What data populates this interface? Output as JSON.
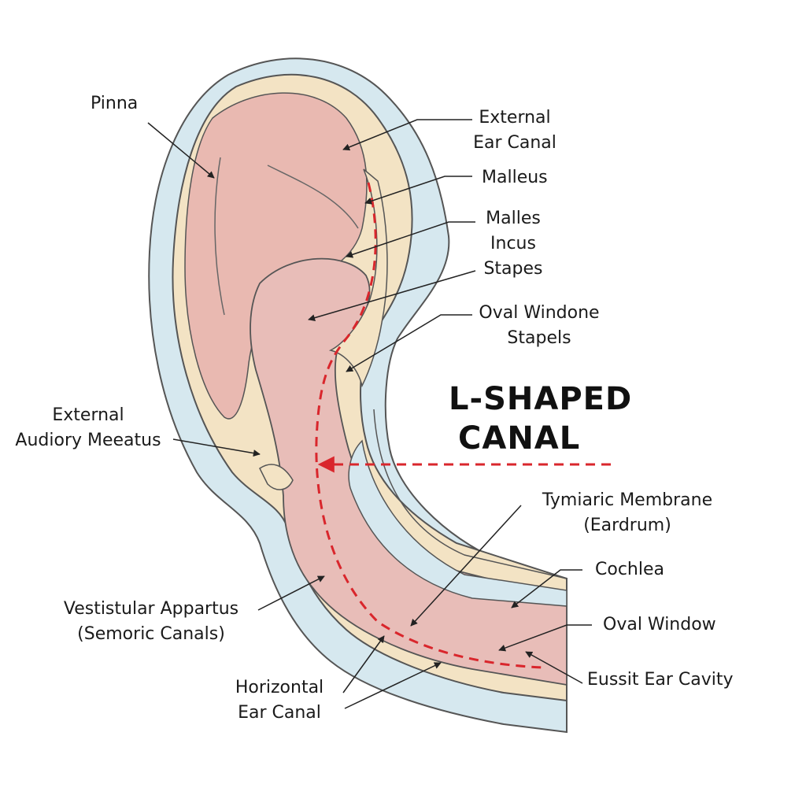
{
  "title": {
    "line1": "L-SHAPED",
    "line2": "CANAL"
  },
  "labels": {
    "pinna": "Pinna",
    "external_ear_canal": [
      "External",
      "Ear Canal"
    ],
    "malleus": "Malleus",
    "ossicles": [
      "Malles",
      "Incus",
      "Stapes"
    ],
    "oval_window_stapes": [
      "Oval Windone",
      "Stapels"
    ],
    "external_auditory_meatus": [
      "External",
      "Audiory Meeatus"
    ],
    "tympanic_membrane": [
      "Tymiaric Membrane",
      "(Eardrum)"
    ],
    "cochlea": "Cochlea",
    "vestibular_apparatus": [
      "Vestistular Appartus",
      "(Semoric Canals)"
    ],
    "oval_window": "Oval Window",
    "eussit_ear_cavity": "Eussit Ear Cavity",
    "horizontal_ear_canal": [
      "Horizontal",
      "Ear Canal"
    ]
  },
  "colors": {
    "skin_outer": "#f3e3c4",
    "skin_inner": "#e9b9b1",
    "canal_flesh": "#e8bdb8",
    "blue_layer": "#d6e8ef",
    "outline": "#555555",
    "path_red": "#d9262c",
    "leader": "#222222"
  }
}
